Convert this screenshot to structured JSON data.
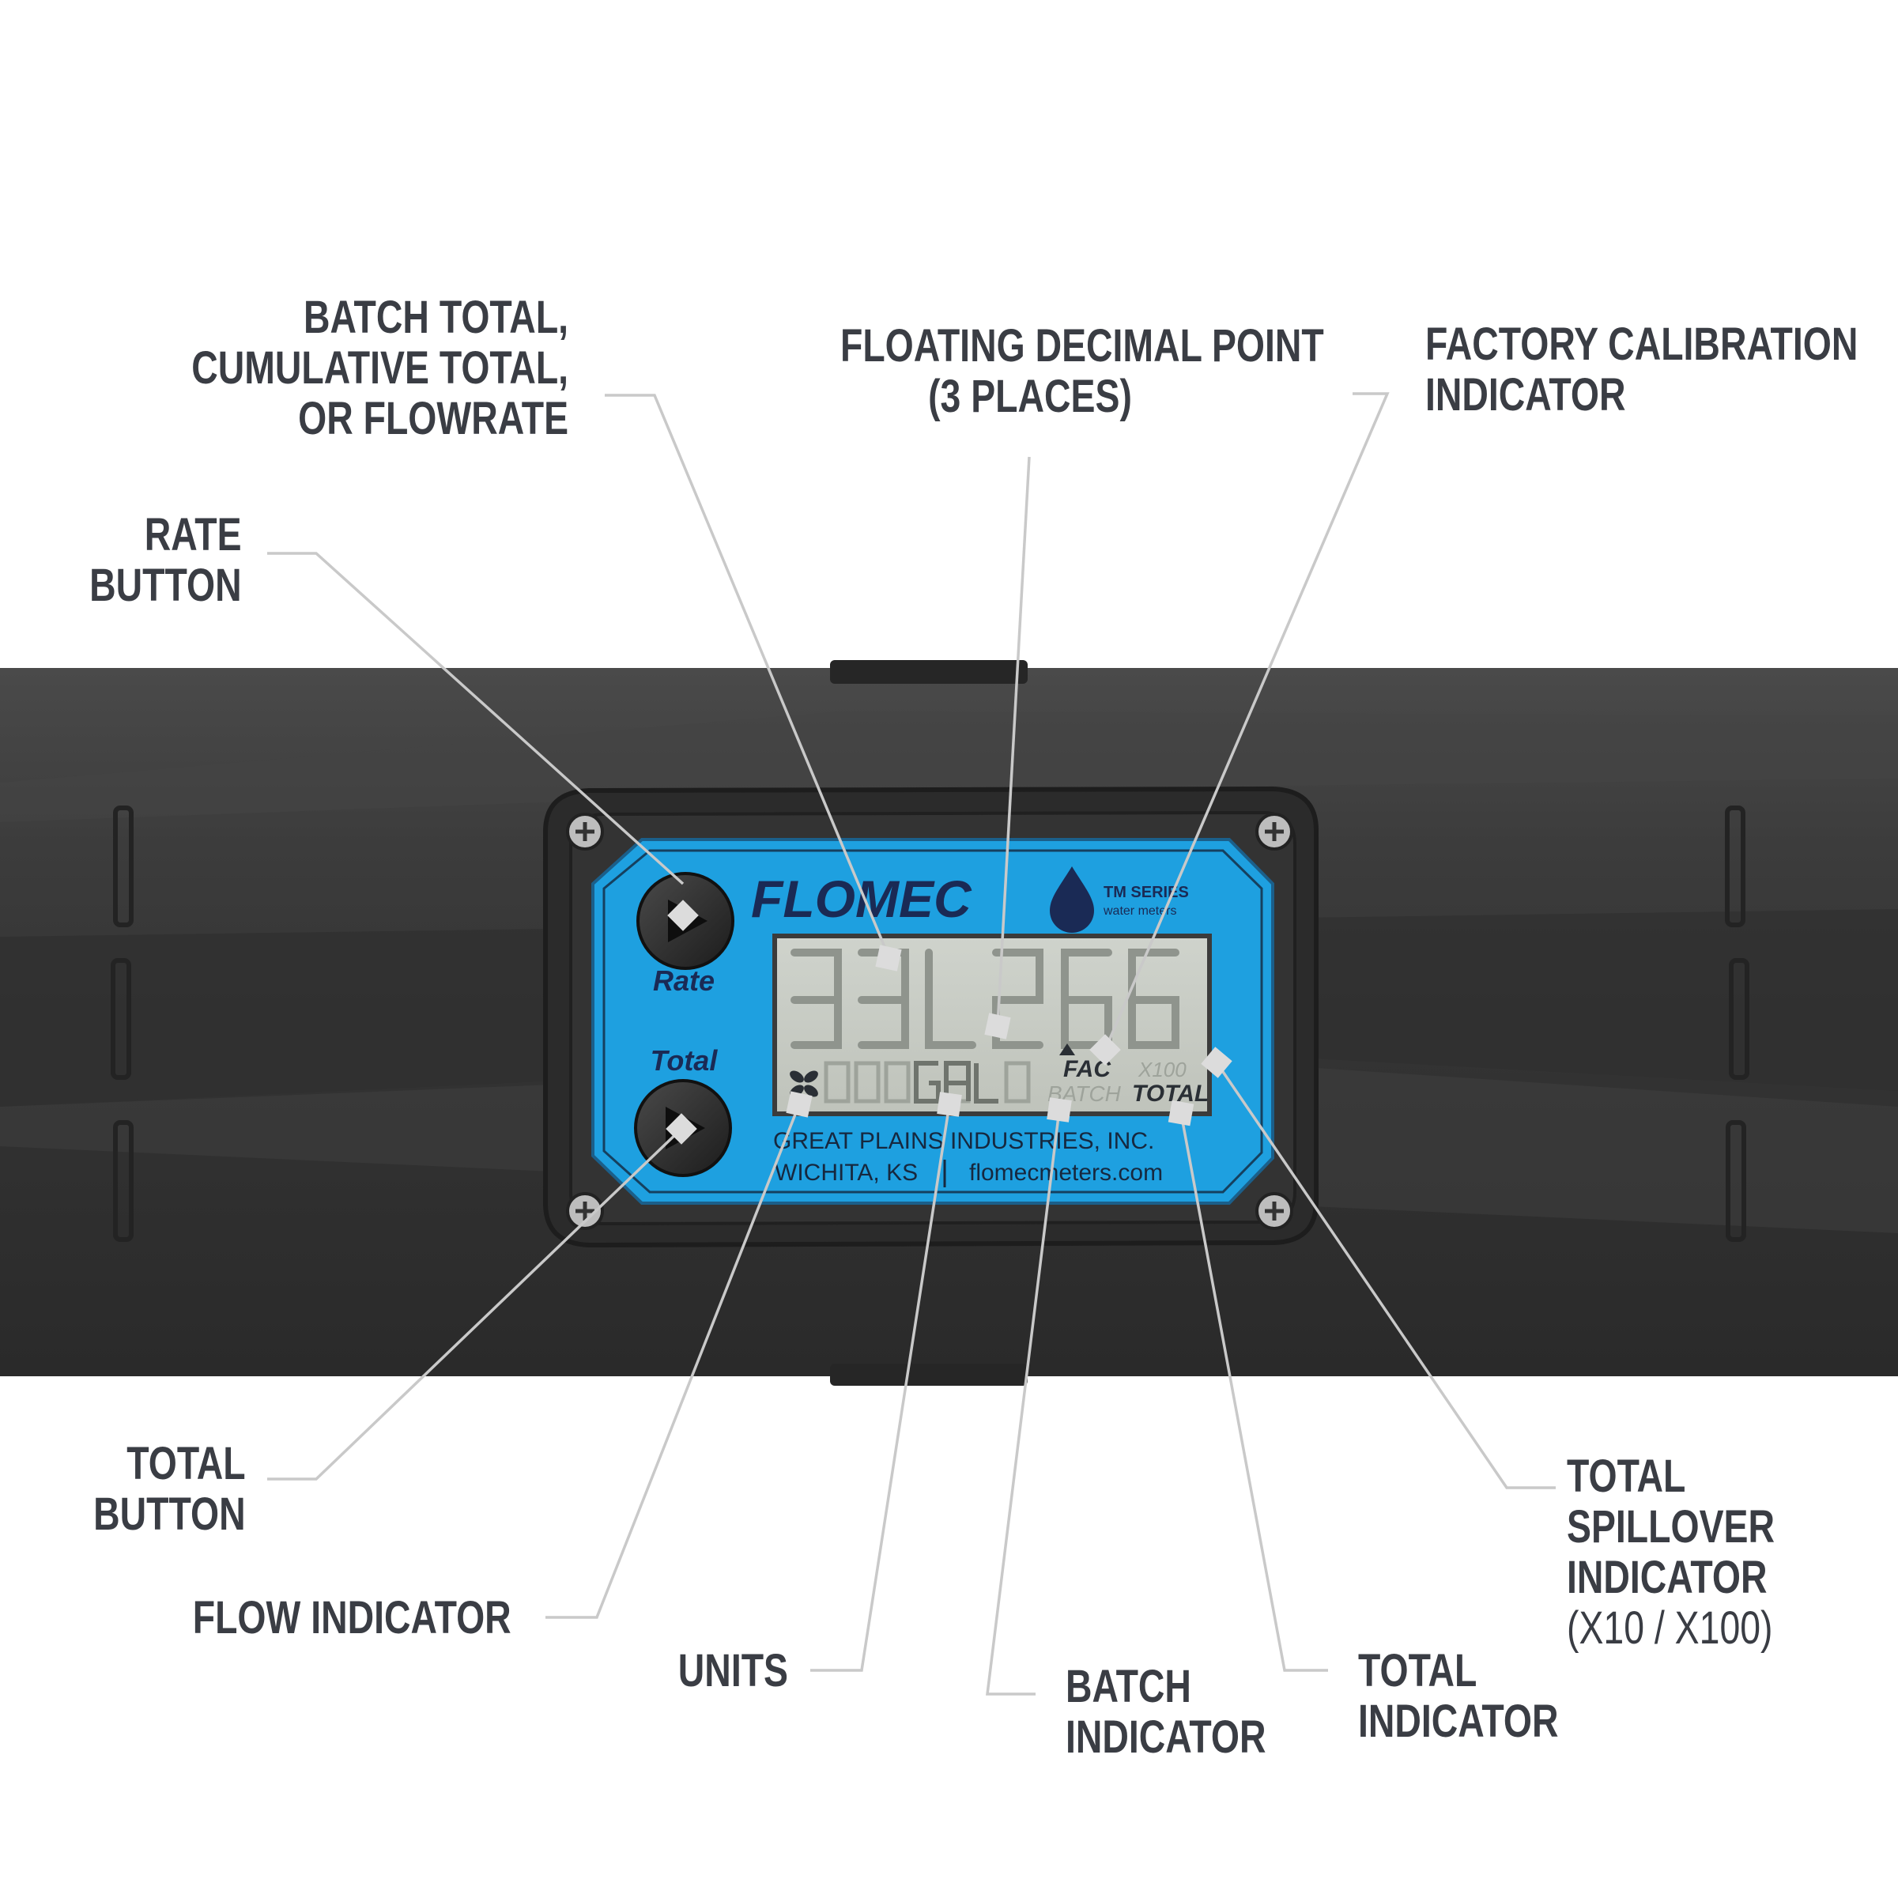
{
  "device": {
    "brand": "FLOMEC",
    "series": "TM SERIES",
    "series_sub": "water meters",
    "rate_button_label": "Rate",
    "total_button_label": "Total",
    "lcd": {
      "fac": "FAC",
      "batch": "BATCH",
      "x100": "X100",
      "total": "TOTAL"
    },
    "maker_line1": "GREAT PLAINS INDUSTRIES, INC.",
    "maker_line2a": "WICHITA, KS",
    "maker_line2b": "flomecmeters.com",
    "colors": {
      "faceplate": "#1ea0e0",
      "pipe": "#3a3a3a",
      "housing": "#2b2b2b",
      "lcd": "#c7cbc4",
      "leader": "#c9c9c9"
    }
  },
  "callouts": {
    "batch_total": [
      "BATCH TOTAL,",
      "CUMULATIVE TOTAL,",
      "OR FLOWRATE"
    ],
    "floating_decimal": [
      "FLOATING DECIMAL POINT",
      "(3 PLACES)"
    ],
    "factory_calibration": [
      "FACTORY CALIBRATION",
      "INDICATOR"
    ],
    "rate_button": [
      "RATE",
      "BUTTON"
    ],
    "total_button": [
      "TOTAL",
      "BUTTON"
    ],
    "flow_indicator": [
      "FLOW INDICATOR"
    ],
    "units": [
      "UNITS"
    ],
    "batch_indicator": [
      "BATCH",
      "INDICATOR"
    ],
    "total_indicator": [
      "TOTAL",
      "INDICATOR"
    ],
    "total_spillover": [
      "TOTAL",
      "SPILLOVER",
      "INDICATOR",
      "(X10 / X100)"
    ]
  }
}
